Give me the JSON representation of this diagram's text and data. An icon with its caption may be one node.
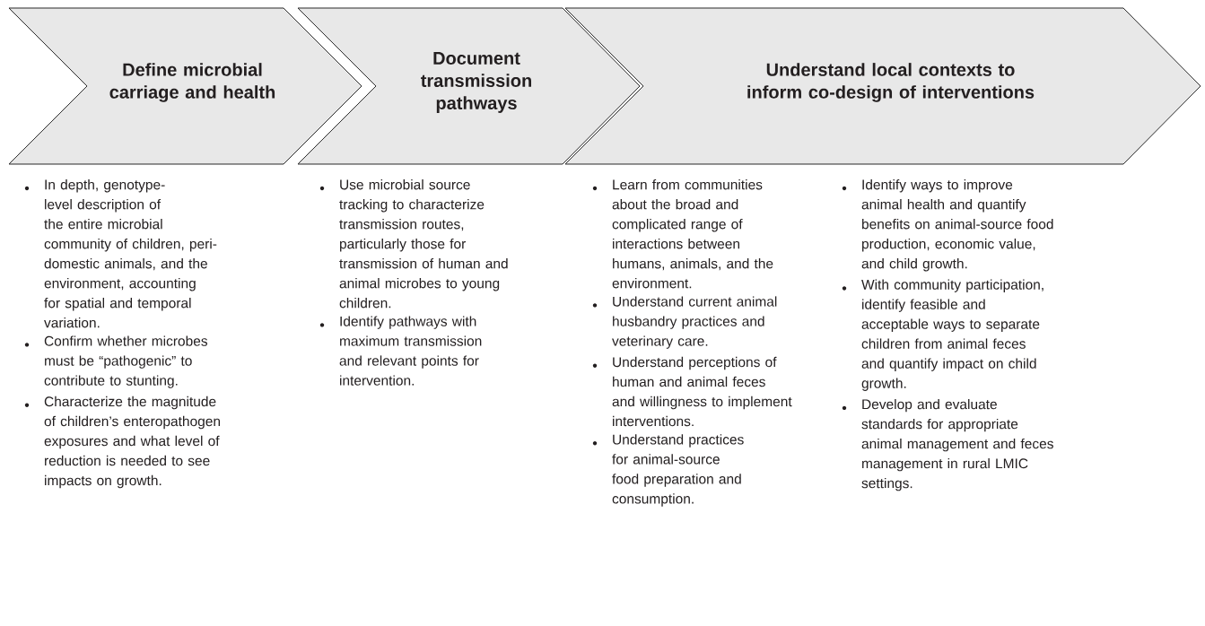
{
  "diagram": {
    "nodes": [
      {
        "text": [
          "Define microbial carriage and health"
        ],
        "beside": [
          "In depth, genotype-level description of the entire microbial community of children, peri-domestic animals, and the environment, accounting for spatial and temporal variation.",
          "Confirm whether microbes must be “pathogenic” to contribute to stunting.",
          "Characterize the magnitude of children’s enteropathogen exposures and what level of reduction is needed to see impacts on growth."
        ]
      },
      {
        "text": [
          "Document transmission pathways"
        ],
        "beside": [
          "Use microbial source tracking to characterize transmission routes, particularly those for transmission of human and animal microbes to young children.",
          "Identify pathways with maximum transmission and relevant points for intervention."
        ]
      },
      {
        "text": [
          "Understand local contexts to inform co-design of interventions"
        ],
        "beside": [
          "Learn from communities about the broad and complicated range of interactions between humans, animals, and the environment.",
          "Understand current animal husbandry practices and veterinary care.",
          "Understand perceptions of human and animal feces and willingness to implement interventions.",
          "Understand practices for animal-source food preparation and consumption.",
          "Identify ways to improve animal health and quantify benefits on animal-source food production, economic value, and child growth.",
          "With community participation, identify feasible and acceptable ways to separate children from animal feces and quantify impact on child growth.",
          "Develop and evaluate standards for appropriate animal management and feces management in rural LMIC settings."
        ]
      }
    ]
  }
}
